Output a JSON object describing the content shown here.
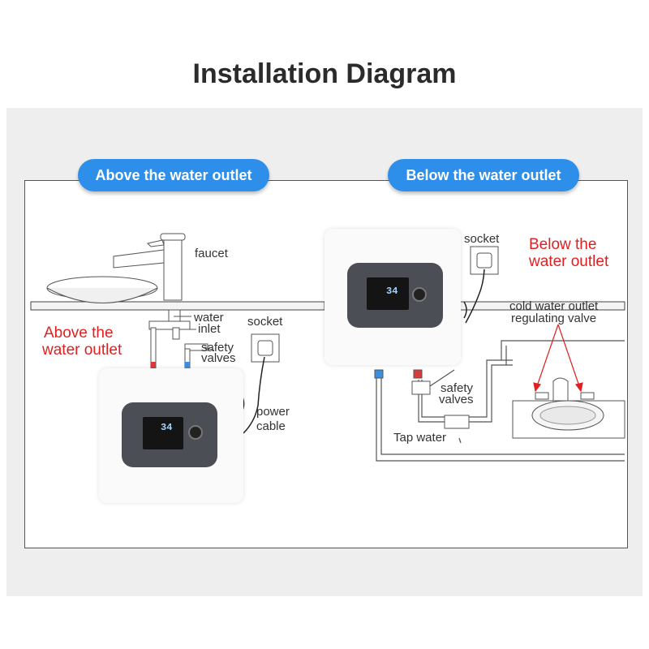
{
  "title": "Installation Diagram",
  "left_section": {
    "badge": "Above the water outlet",
    "faucet": "faucet",
    "water": "water",
    "inlet": "inlet",
    "safety_1": "safety",
    "safety_2": "valves",
    "socket": "socket",
    "power_1": "power",
    "power_2": "cable",
    "note_1": "Above the",
    "note_2": "water outlet",
    "display": "34"
  },
  "right_section": {
    "badge": "Below the water outlet",
    "socket": "socket",
    "note_1": "Below the",
    "note_2": "water outlet",
    "cold_1": "cold water outlet",
    "cold_2": "regulating valve",
    "safety_1": "safety",
    "safety_2": "valves",
    "tap": "Tap water",
    "display": "34"
  },
  "colors": {
    "badge": "#2d8fea",
    "note": "#e02020",
    "panel": "#eeeeee",
    "hot_pipe": "#d93a3a",
    "cold_pipe": "#3a8fe0"
  }
}
